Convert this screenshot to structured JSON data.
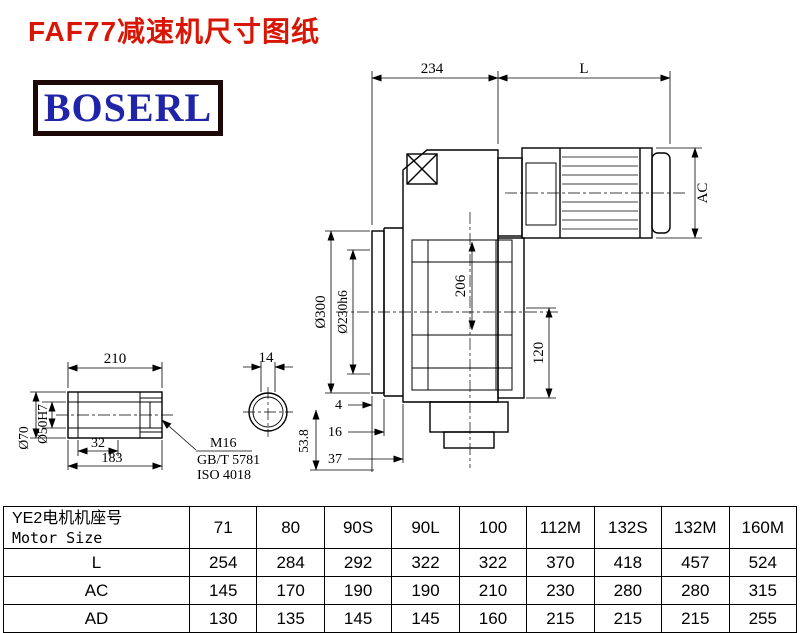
{
  "page": {
    "title": "FAF77减速机尺寸图纸"
  },
  "logo": {
    "text": "BOSERL"
  },
  "drawing": {
    "dim_234": "234",
    "dim_L": "L",
    "dim_AC": "AC",
    "dim_206": "206",
    "dim_300": "Ø300",
    "dim_230": "Ø230h6",
    "dim_120": "120",
    "dim_210": "210",
    "dim_14": "14",
    "dim_70": "Ø70",
    "dim_50": "Ø50H7",
    "dim_32": "32",
    "dim_183": "183",
    "note_m16": "M16",
    "note_gbt": "GB/T 5781",
    "note_iso": "ISO 4018",
    "dim_4": "4",
    "dim_16": "16",
    "dim_37": "37",
    "dim_53_8": "53.8"
  },
  "table": {
    "header": {
      "line1": "YE2电机机座号",
      "line2": "Motor Size"
    },
    "motor_sizes": [
      "71",
      "80",
      "90S",
      "90L",
      "100",
      "112M",
      "132S",
      "132M",
      "160M"
    ],
    "rows": [
      {
        "label": "L",
        "values": [
          "254",
          "284",
          "292",
          "322",
          "322",
          "370",
          "418",
          "457",
          "524"
        ]
      },
      {
        "label": "AC",
        "values": [
          "145",
          "170",
          "190",
          "190",
          "210",
          "230",
          "280",
          "280",
          "315"
        ]
      },
      {
        "label": "AD",
        "values": [
          "130",
          "135",
          "145",
          "145",
          "160",
          "215",
          "215",
          "215",
          "255"
        ]
      }
    ]
  }
}
